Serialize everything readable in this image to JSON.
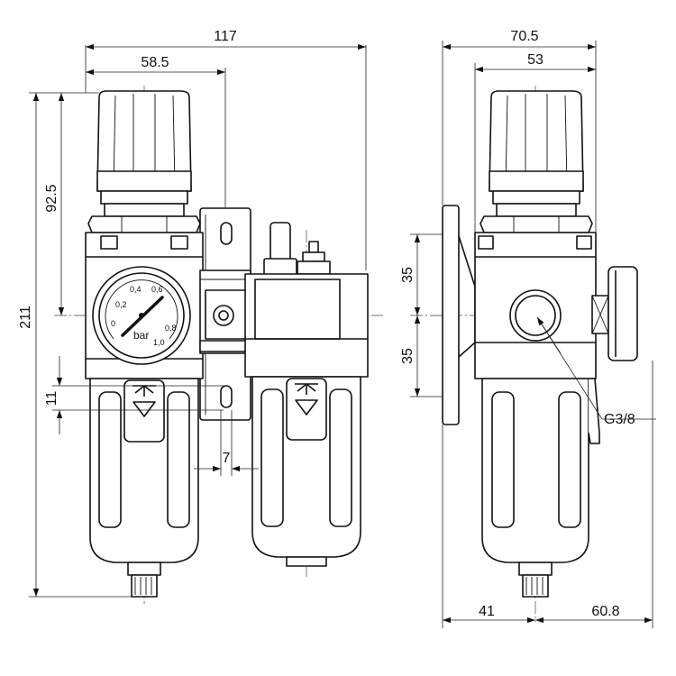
{
  "front_view": {
    "dim_total_width": "117",
    "dim_half_width": "58.5",
    "dim_total_height": "211",
    "dim_upper_height": "92.5",
    "dim_slot_height": "11",
    "dim_slot_width": "7",
    "gauge": {
      "unit": "bar",
      "scale_labels": [
        "0",
        "0,2",
        "0,4",
        "0,6",
        "0,8",
        "1,0"
      ]
    }
  },
  "side_view": {
    "dim_total_width": "70.5",
    "dim_body_width": "53",
    "dim_upper_offset": "35",
    "dim_lower_offset": "35",
    "port_thread": "G3/8",
    "dim_left_offset": "41",
    "dim_right_offset": "60.8"
  }
}
